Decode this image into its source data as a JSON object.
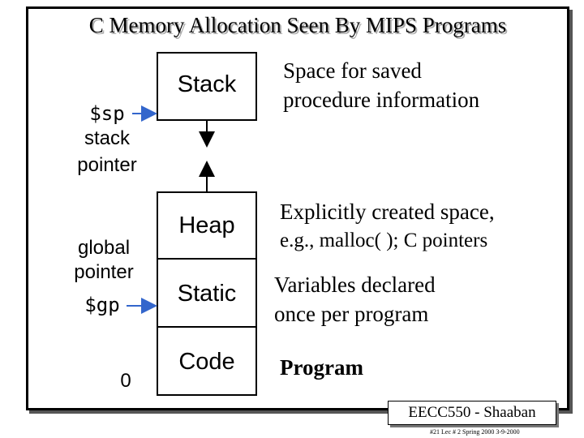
{
  "title": "C Memory Allocation Seen By MIPS Programs",
  "segments": {
    "stack": "Stack",
    "heap": "Heap",
    "static": "Static",
    "code": "Code"
  },
  "descriptions": {
    "stack_line1": "Space for saved",
    "stack_line2": "procedure information",
    "heap_line1": "Explicitly created space,",
    "heap_line2": "e.g., malloc( ); C pointers",
    "static_line1": "Variables declared",
    "static_line2": "once per program",
    "code": "Program"
  },
  "left_labels": {
    "sp_reg": "$sp",
    "sp_line1": "stack",
    "sp_line2": "pointer",
    "gp_line1": "global",
    "gp_line2": "pointer",
    "gp_reg": "$gp",
    "zero": "0"
  },
  "footer": {
    "badge": "EECC550 - Shaaban",
    "small": "#21   Lec # 2   Spring 2000   3-9-2000"
  },
  "colors": {
    "arrow": "#3366cc"
  }
}
